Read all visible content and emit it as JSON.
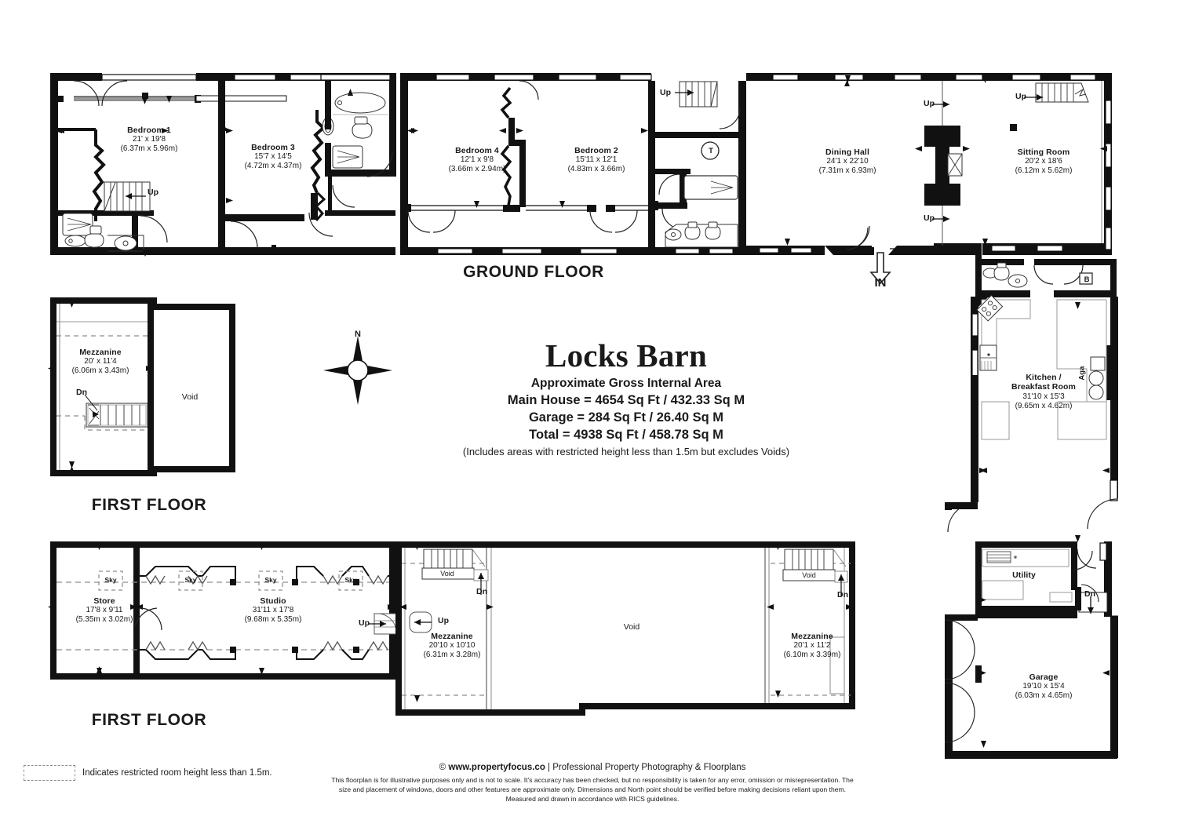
{
  "title": {
    "name": "Locks Barn",
    "subtitle": "Approximate Gross Internal Area",
    "main_house": "Main House = 4654 Sq Ft / 432.33 Sq M",
    "garage": "Garage = 284 Sq Ft / 26.40 Sq M",
    "total": "Total = 4938 Sq Ft / 458.78 Sq M",
    "note": "(Includes areas with restricted height less than 1.5m but excludes Voids)"
  },
  "compass": {
    "north_label": "N"
  },
  "floor_labels": {
    "ground": "GROUND FLOOR",
    "first_left": "FIRST FLOOR",
    "first_bottom": "FIRST FLOOR"
  },
  "entrance": {
    "label": "IN"
  },
  "ground_floor": {
    "rooms": [
      {
        "name": "Bedroom 1",
        "imperial": "21' x 19'8",
        "metric": "(6.37m x 5.96m)"
      },
      {
        "name": "Bedroom 3",
        "imperial": "15'7 x 14'5",
        "metric": "(4.72m x 4.37m)"
      },
      {
        "name": "Bedroom 4",
        "imperial": "12'1 x 9'8",
        "metric": "(3.66m x 2.94m)"
      },
      {
        "name": "Bedroom 2",
        "imperial": "15'11 x 12'1",
        "metric": "(4.83m x 3.66m)"
      },
      {
        "name": "Dining Hall",
        "imperial": "24'1 x 22'10",
        "metric": "(7.31m x 6.93m)"
      },
      {
        "name": "Sitting Room",
        "imperial": "20'2 x 18'6",
        "metric": "(6.12m x 5.62m)"
      },
      {
        "name": "Kitchen /",
        "name2": "Breakfast Room",
        "imperial": "31'10 x 15'3",
        "metric": "(9.65m x 4.62m)"
      },
      {
        "name": "Utility",
        "imperial": "",
        "metric": ""
      },
      {
        "name": "Garage",
        "imperial": "19'10 x 15'4",
        "metric": "(6.03m x 4.65m)"
      }
    ],
    "markers": {
      "tank": "T",
      "boiler": "B",
      "aga": "Aga",
      "up_bed1": "Up",
      "up_hall": "Up",
      "up_dining_top": "Up",
      "up_dining_bottom": "Up",
      "up_sitting": "Up",
      "dn_utility": "Dn"
    }
  },
  "first_floor_left": {
    "rooms": [
      {
        "name": "Mezzanine",
        "imperial": "20' x 11'4",
        "metric": "(6.06m x 3.43m)"
      }
    ],
    "void": "Void",
    "dn": "Dn"
  },
  "first_floor_bottom": {
    "rooms": [
      {
        "name": "Store",
        "imperial": "17'8 x 9'11",
        "metric": "(5.35m x 3.02m)"
      },
      {
        "name": "Studio",
        "imperial": "31'11 x 17'8",
        "metric": "(9.68m x 5.35m)"
      },
      {
        "name": "Mezzanine",
        "imperial": "20'10 x 10'10",
        "metric": "(6.31m x 3.28m)"
      },
      {
        "name": "Mezzanine",
        "imperial": "20'1 x 11'2",
        "metric": "(6.10m x 3.39m)"
      }
    ],
    "void_large": "Void",
    "void_small_left": "Void",
    "void_small_right": "Void",
    "skylights": [
      "Sky",
      "Sky",
      "Sky",
      "Sky"
    ],
    "up_studio": "Up",
    "up_mezz": "Up",
    "dn_left": "Dn",
    "dn_right": "Dn"
  },
  "legend": {
    "restricted_height": "Indicates restricted room height less than 1.5m."
  },
  "footer": {
    "copyright_mark": "© ",
    "site": "www.propertyfocus.co",
    "separator": " | ",
    "tagline": "Professional Property Photography & Floorplans",
    "disclaimer": "This floorplan is for illustrative purposes only and is not to scale. It's accuracy has been checked, but no responsibility is taken for any error, omission or misrepresentation. The size and placement of windows, doors and other features are approximate only. Dimensions and North point should be verified before making decisions reliant upon them. Measured and drawn in accordance with RICS guidelines."
  },
  "colors": {
    "wall": "#111111",
    "thin": "#3a3a3a",
    "dashed": "#8d8d8d",
    "paper": "#ffffff"
  }
}
